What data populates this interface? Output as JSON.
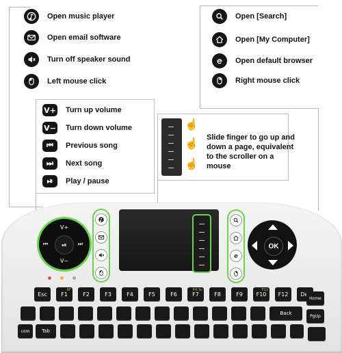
{
  "media_features": [
    {
      "icon": "music-note-icon",
      "label": "Open music player"
    },
    {
      "icon": "envelope-icon",
      "label": "Open email software"
    },
    {
      "icon": "speaker-mute-icon",
      "label": "Turn off speaker sound"
    },
    {
      "icon": "mouse-left-icon",
      "label": "Left mouse click"
    }
  ],
  "system_features": [
    {
      "icon": "search-icon",
      "label": "Open [Search]"
    },
    {
      "icon": "home-icon",
      "label": "Open [My Computer]"
    },
    {
      "icon": "browser-icon",
      "label": "Open default browser"
    },
    {
      "icon": "mouse-right-icon",
      "label": "Right mouse click"
    }
  ],
  "volume_features": [
    {
      "glyph": "V+",
      "label": "Turn up volume"
    },
    {
      "glyph": "V−",
      "label": "Turn down volume"
    },
    {
      "glyph": "⏮",
      "label": "Previous song"
    },
    {
      "glyph": "⏭",
      "label": "Next song"
    },
    {
      "glyph": "⏯",
      "label": "Play / pause"
    }
  ],
  "scroll_description": "Slide finger to go up and down a page, equivalent to the scroller on a mouse",
  "dpad": {
    "up": "V+",
    "down": "V−",
    "prev": "⏮",
    "play": "⏯",
    "next": "⏭"
  },
  "nav_pad": {
    "ok": "OK"
  },
  "keyboard": {
    "row1": [
      {
        "label": "Esc",
        "sub": ""
      },
      {
        "label": "F1",
        "sub": "RF"
      },
      {
        "label": "F2",
        "sub": ""
      },
      {
        "label": "F3",
        "sub": ""
      },
      {
        "label": "F4",
        "sub": ""
      },
      {
        "label": "F5",
        "sub": ""
      },
      {
        "label": "F6",
        "sub": ""
      },
      {
        "label": "F7",
        "sub": "Prt Sc"
      },
      {
        "label": "F8",
        "sub": ""
      },
      {
        "label": "F9",
        "sub": ""
      },
      {
        "label": "F10",
        "sub": "F11"
      },
      {
        "label": "F12",
        "sub": ""
      },
      {
        "label": "Del",
        "sub": ""
      }
    ],
    "home_key": "Home",
    "pgup_key": "PgUp",
    "back_key": "Back",
    "tab_key": "Tab",
    "com_key": "com"
  },
  "colors": {
    "highlight": "#6ad34d",
    "icon_bg": "#151515",
    "guide_line": "#b5b5b5"
  }
}
